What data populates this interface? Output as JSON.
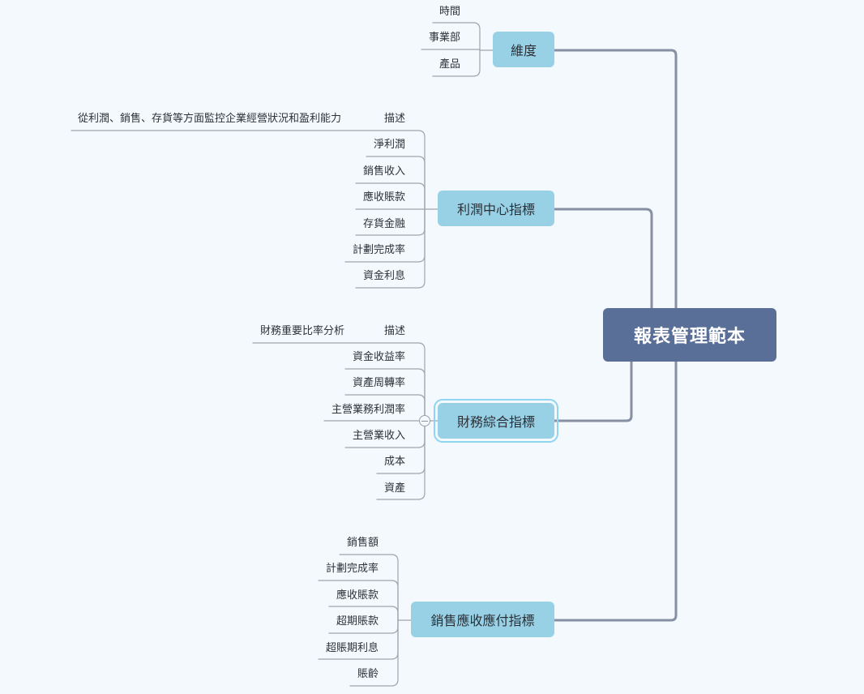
{
  "mindmap": {
    "root": "報表管理範本",
    "branches": [
      {
        "label": "維度",
        "children": [
          "時間",
          "事業部",
          "產品"
        ]
      },
      {
        "label": "利潤中心指標",
        "children": [
          "描述",
          "淨利潤",
          "銷售收入",
          "應收賬款",
          "存貨金融",
          "計劃完成率",
          "資金利息"
        ],
        "note": "從利潤、銷售、存貨等方面監控企業經營狀況和盈利能力"
      },
      {
        "label": "財務綜合指標",
        "children": [
          "描述",
          "資金收益率",
          "資產周轉率",
          "主營業務利潤率",
          "主營業收入",
          "成本",
          "資產"
        ],
        "note": "財務重要比率分析"
      },
      {
        "label": "銷售應收應付指標",
        "children": [
          "銷售額",
          "計劃完成率",
          "應收賬款",
          "超期賬款",
          "超賬期利息",
          "賬齡"
        ]
      }
    ]
  },
  "colors": {
    "background": "#f4f9fd",
    "root_fill": "#5a6f98",
    "branch_fill": "#98d1e6",
    "main_connector": "#8690a2",
    "leaf_connector": "#9ea4ad",
    "selection": "#8fd4f1"
  }
}
